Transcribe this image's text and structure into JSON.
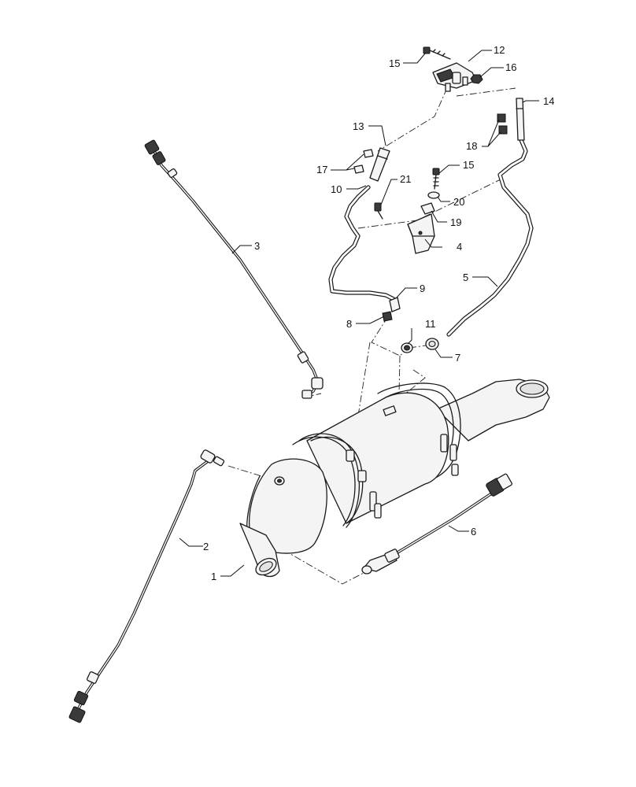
{
  "callouts": {
    "c1": "1",
    "c2": "2",
    "c3": "3",
    "c4": "4",
    "c5": "5",
    "c6": "6",
    "c7": "7",
    "c8": "8",
    "c9": "9",
    "c10": "10",
    "c11": "11",
    "c12": "12",
    "c13": "13",
    "c14": "14",
    "c15a": "15",
    "c15b": "15",
    "c16": "16",
    "c17": "17",
    "c18": "18",
    "c19": "19",
    "c20": "20",
    "c21": "21"
  }
}
